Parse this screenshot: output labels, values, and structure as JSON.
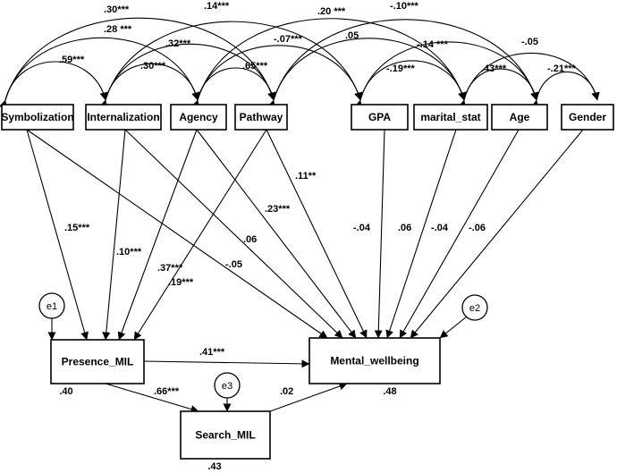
{
  "variables": [
    {
      "id": "symbolization",
      "label": "Symbolization"
    },
    {
      "id": "internalization",
      "label": "Internalization"
    },
    {
      "id": "agency",
      "label": "Agency"
    },
    {
      "id": "pathway",
      "label": "Pathway"
    },
    {
      "id": "gpa",
      "label": "GPA"
    },
    {
      "id": "marital_stat",
      "label": "marital_stat"
    },
    {
      "id": "age",
      "label": "Age"
    },
    {
      "id": "gender",
      "label": "Gender"
    },
    {
      "id": "presence_mil",
      "label": "Presence_MIL"
    },
    {
      "id": "mental_wellbeing",
      "label": "Mental_wellbeing"
    },
    {
      "id": "search_mil",
      "label": "Search_MIL"
    }
  ],
  "errors": [
    {
      "id": "e1",
      "label": "e1",
      "target": "presence_mil"
    },
    {
      "id": "e2",
      "label": "e2",
      "target": "mental_wellbeing"
    },
    {
      "id": "e3",
      "label": "e3",
      "target": "search_mil"
    }
  ],
  "r_squared": [
    {
      "target": "presence_mil",
      "value": ".40"
    },
    {
      "target": "mental_wellbeing",
      "value": ".48"
    },
    {
      "target": "search_mil",
      "value": ".43"
    }
  ],
  "paths": [
    {
      "from": "symbolization",
      "to": "presence_mil",
      "label": ".15***"
    },
    {
      "from": "symbolization",
      "to": "mental_wellbeing",
      "label": "-.05"
    },
    {
      "from": "internalization",
      "to": "presence_mil",
      "label": ".10***"
    },
    {
      "from": "internalization",
      "to": "mental_wellbeing",
      "label": ".06"
    },
    {
      "from": "agency",
      "to": "presence_mil",
      "label": ".19***"
    },
    {
      "from": "agency",
      "to": "mental_wellbeing",
      "label": ".23***"
    },
    {
      "from": "pathway",
      "to": "presence_mil",
      "label": ".37***"
    },
    {
      "from": "pathway",
      "to": "mental_wellbeing",
      "label": ".11**"
    },
    {
      "from": "gpa",
      "to": "mental_wellbeing",
      "label": "-.04"
    },
    {
      "from": "marital_stat",
      "to": "mental_wellbeing",
      "label": ".06"
    },
    {
      "from": "age",
      "to": "mental_wellbeing",
      "label": "-.04"
    },
    {
      "from": "gender",
      "to": "mental_wellbeing",
      "label": "-.06"
    },
    {
      "from": "presence_mil",
      "to": "mental_wellbeing",
      "label": ".41***"
    },
    {
      "from": "presence_mil",
      "to": "search_mil",
      "label": ".66***"
    },
    {
      "from": "search_mil",
      "to": "mental_wellbeing",
      "label": ".02"
    }
  ],
  "covariances": [
    {
      "a": "symbolization",
      "b": "internalization",
      "label": ".59***"
    },
    {
      "a": "symbolization",
      "b": "agency",
      "label": ".28 ***"
    },
    {
      "a": "symbolization",
      "b": "pathway",
      "label": ".30***"
    },
    {
      "a": "internalization",
      "b": "agency",
      "label": ".30***"
    },
    {
      "a": "internalization",
      "b": "pathway",
      "label": ".32***"
    },
    {
      "a": "internalization",
      "b": "gpa",
      "label": ".14***"
    },
    {
      "a": "agency",
      "b": "pathway",
      "label": ".65***"
    },
    {
      "a": "agency",
      "b": "gpa",
      "label": "-.07***"
    },
    {
      "a": "agency",
      "b": "marital_stat",
      "label": ".20 ***"
    },
    {
      "a": "pathway",
      "b": "marital_stat",
      "label": ".05"
    },
    {
      "a": "pathway",
      "b": "age",
      "label": "-.10***"
    },
    {
      "a": "gpa",
      "b": "marital_stat",
      "label": "-.19***"
    },
    {
      "a": "gpa",
      "b": "age",
      "label": "-.14 ***"
    },
    {
      "a": "marital_stat",
      "b": "age",
      "label": ".43***"
    },
    {
      "a": "marital_stat",
      "b": "gender",
      "label": "-.05"
    },
    {
      "a": "age",
      "b": "gender",
      "label": "-.21***"
    }
  ]
}
